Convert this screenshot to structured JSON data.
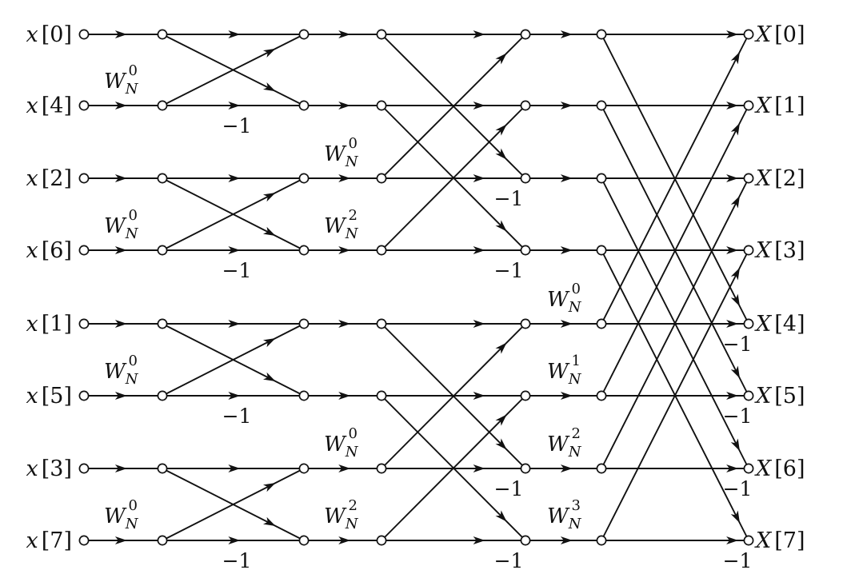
{
  "title": "",
  "inputs": [
    {
      "name": "x",
      "index": "0"
    },
    {
      "name": "x",
      "index": "4"
    },
    {
      "name": "x",
      "index": "2"
    },
    {
      "name": "x",
      "index": "6"
    },
    {
      "name": "x",
      "index": "1"
    },
    {
      "name": "x",
      "index": "5"
    },
    {
      "name": "x",
      "index": "3"
    },
    {
      "name": "x",
      "index": "7"
    }
  ],
  "outputs": [
    {
      "name": "X",
      "index": "0"
    },
    {
      "name": "X",
      "index": "1"
    },
    {
      "name": "X",
      "index": "2"
    },
    {
      "name": "X",
      "index": "3"
    },
    {
      "name": "X",
      "index": "4"
    },
    {
      "name": "X",
      "index": "5"
    },
    {
      "name": "X",
      "index": "6"
    },
    {
      "name": "X",
      "index": "7"
    }
  ],
  "stage1": {
    "twiddle_rows": [
      1,
      3,
      5,
      7
    ],
    "twiddle": {
      "base": "W",
      "sub": "N",
      "sup": "0"
    },
    "neg_rows": [
      1,
      3,
      5,
      7
    ],
    "neg": "−1"
  },
  "stage2": {
    "twiddles": [
      {
        "row": 2,
        "base": "W",
        "sub": "N",
        "sup": "0"
      },
      {
        "row": 3,
        "base": "W",
        "sub": "N",
        "sup": "2"
      },
      {
        "row": 6,
        "base": "W",
        "sub": "N",
        "sup": "0"
      },
      {
        "row": 7,
        "base": "W",
        "sub": "N",
        "sup": "2"
      }
    ],
    "neg_rows": [
      2,
      3,
      6,
      7
    ],
    "neg": "−1"
  },
  "stage3": {
    "twiddles": [
      {
        "row": 4,
        "base": "W",
        "sub": "N",
        "sup": "0"
      },
      {
        "row": 5,
        "base": "W",
        "sub": "N",
        "sup": "1"
      },
      {
        "row": 6,
        "base": "W",
        "sub": "N",
        "sup": "2"
      },
      {
        "row": 7,
        "base": "W",
        "sub": "N",
        "sup": "3"
      }
    ],
    "neg_rows": [
      4,
      5,
      6,
      7
    ],
    "neg": "−1"
  }
}
